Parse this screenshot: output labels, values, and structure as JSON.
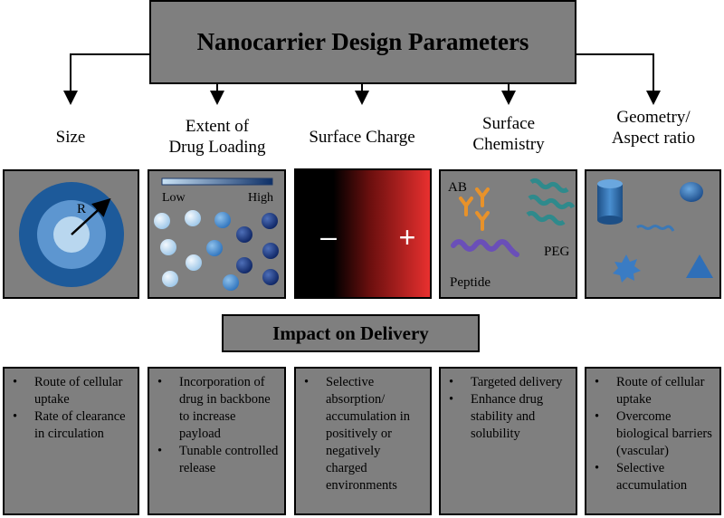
{
  "title": "Nanocarrier Design Parameters",
  "impact_title": "Impact on Delivery",
  "parameters": [
    {
      "label_lines": [
        "Size"
      ]
    },
    {
      "label_lines": [
        "Extent of",
        "Drug Loading"
      ]
    },
    {
      "label_lines": [
        "Surface Charge"
      ]
    },
    {
      "label_lines": [
        "Surface",
        "Chemistry"
      ]
    },
    {
      "label_lines": [
        "Geometry/",
        "Aspect ratio"
      ]
    }
  ],
  "panels": {
    "size": {
      "radius_label": "R"
    },
    "loading": {
      "low": "Low",
      "high": "High"
    },
    "charge": {
      "negative": "–",
      "positive": "+"
    },
    "chemistry": {
      "ab": "AB",
      "peg": "PEG",
      "peptide": "Peptide"
    }
  },
  "impacts": [
    [
      "Route of cellular uptake",
      "Rate of clearance in circulation"
    ],
    [
      "Incorporation of drug in backbone to increase payload",
      "Tunable controlled release"
    ],
    [
      "Selective absorption/ accumulation in positively or negatively charged environments"
    ],
    [
      "Targeted delivery",
      "Enhance drug stability and solubility"
    ],
    [
      "Route of cellular uptake",
      "Overcome biological barriers (vascular)",
      "Selective accumulation"
    ]
  ],
  "colors": {
    "box_gray": "#7f7f7f",
    "charge_negative": "#000000",
    "charge_positive": "#e8302f",
    "blue_dark": "#1a4e8a",
    "blue_light": "#b9d7ef"
  }
}
